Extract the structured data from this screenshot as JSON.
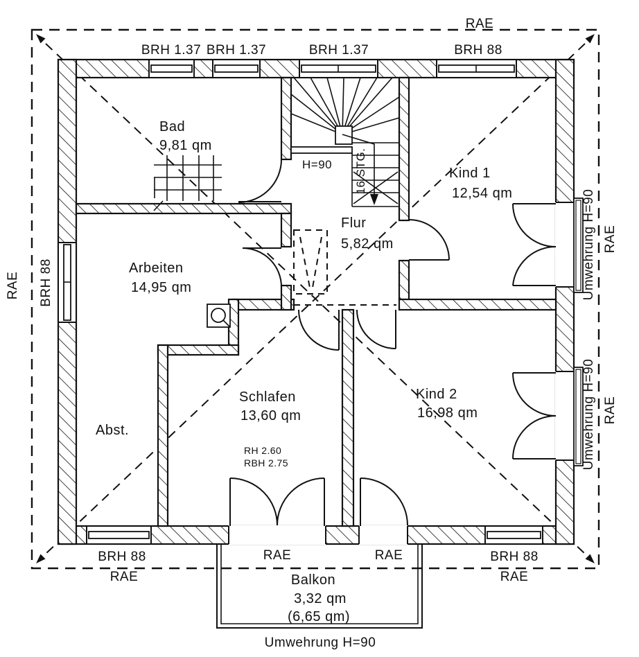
{
  "drawing": {
    "type": "architectural floor plan",
    "colors": {
      "ink": "#111111",
      "paper": "#ffffff"
    },
    "rooms": [
      {
        "name": "Bad",
        "area": "9,81 qm"
      },
      {
        "name": "Flur",
        "area": "5,82 qm"
      },
      {
        "name": "Kind 1",
        "area": "12,54 qm"
      },
      {
        "name": "Arbeiten",
        "area": "14,95 qm"
      },
      {
        "name": "Abst."
      },
      {
        "name": "Schlafen",
        "area": "13,60 qm",
        "rh": "RH 2.60",
        "rbh": "RBH 2.75"
      },
      {
        "name": "Kind 2",
        "area": "16,98 qm"
      },
      {
        "name": "Balkon",
        "area": "3,32 qm",
        "area_gross": "(6,65 qm)"
      }
    ],
    "annotations": {
      "rae": "RAE",
      "brh_137": "BRH 1.37",
      "brh_88": "BRH 88",
      "umwehrung": "Umwehrung H=90",
      "stair_rail_height": "H=90",
      "stair_steps": "16 STG."
    }
  }
}
